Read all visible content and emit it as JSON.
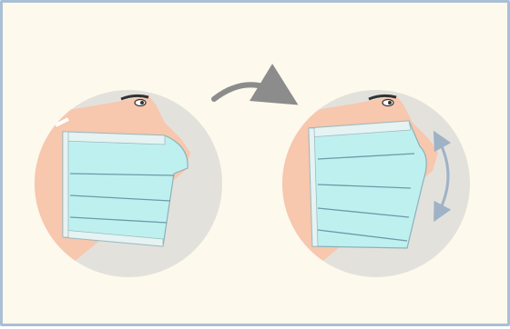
{
  "figure": {
    "kind": "mask-fitting-illustration",
    "panels": [
      {
        "id": "before",
        "description_name": "mask-before-adjusting"
      },
      {
        "id": "after",
        "description_name": "mask-after-adjusting"
      }
    ],
    "colors": {
      "background": "#fdf9ec",
      "border": "#a9bfd6",
      "circle_bg": "#e3e1dc",
      "skin": "#f7c7ae",
      "mask_fill": "#bff0f0",
      "mask_edge": "#e6f3f3",
      "mask_pleat": "#6c9aa8",
      "arrow": "#8c8c8c",
      "motion_arrow": "#9fb2c6"
    }
  }
}
